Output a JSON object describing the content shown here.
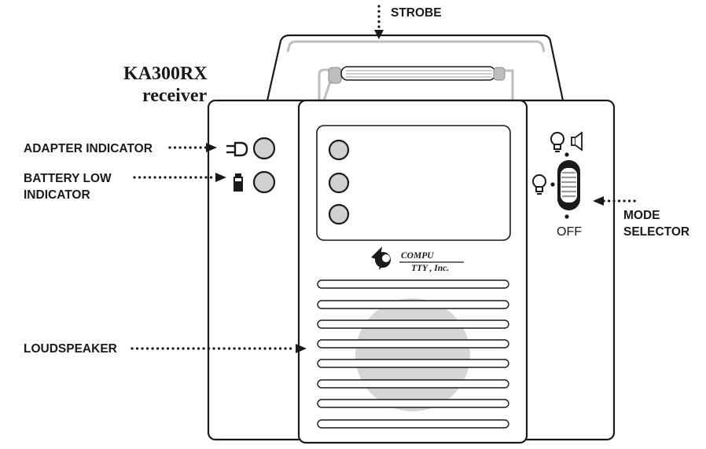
{
  "device": {
    "title_line1": "KA300RX",
    "title_line2": "receiver"
  },
  "logo": {
    "line1": "COMPU",
    "line2": "TTY , Inc."
  },
  "callouts": {
    "strobe": "STROBE",
    "adapter_indicator": "ADAPTER INDICATOR",
    "battery_low_line1": "BATTERY LOW",
    "battery_low_line2": "INDICATOR",
    "loudspeaker": "LOUDSPEAKER",
    "mode_selector_line1": "MODE",
    "mode_selector_line2": "SELECTOR"
  },
  "switch": {
    "off_label": "OFF"
  },
  "icons": {
    "adapter": "plug-icon",
    "battery": "battery-icon",
    "light": "bulb-icon",
    "sound": "speaker-icon"
  },
  "colors": {
    "line": "#1a1a1a",
    "indicator_fill": "#d0d0d0",
    "speaker_cone": "#d6d6d6"
  }
}
